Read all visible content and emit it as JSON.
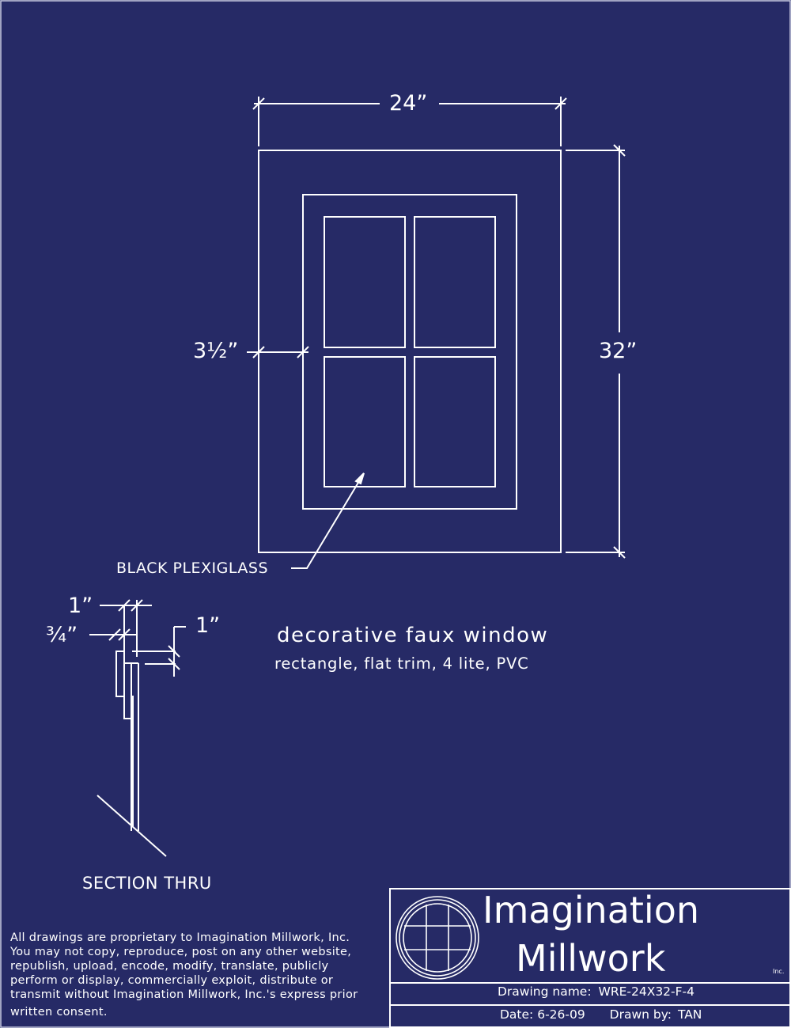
{
  "dimensions": {
    "width": "24”",
    "height": "32”",
    "trim_width": "3½”",
    "section_top": "1”",
    "section_three_quarter": "¾”",
    "section_right": "1”"
  },
  "callouts": {
    "plexiglass": "BLACK PLEXIGLASS",
    "section": "SECTION THRU"
  },
  "description": {
    "title": "decorative faux window",
    "subtitle": "rectangle, flat trim, 4 lite, PVC"
  },
  "disclaimer": [
    "All drawings are proprietary to Imagination Millwork, Inc.",
    "You may not copy, reproduce, post on any other website,",
    "republish, upload, encode, modify, translate, publicly",
    "perform or display, commercially exploit, distribute or",
    "transmit without Imagination Millwork, Inc.'s express prior",
    "written consent."
  ],
  "title_block": {
    "company_line1": "Imagination",
    "company_line2": "Millwork",
    "company_suffix": "Inc.",
    "drawing_name_label": "Drawing name:",
    "drawing_name": "WRE-24X32-F-4",
    "date_label": "Date:",
    "date": "6-26-09",
    "drawn_by_label": "Drawn by:",
    "drawn_by": "TAN"
  },
  "colors": {
    "background": "#262a66",
    "line": "#ffffff"
  }
}
